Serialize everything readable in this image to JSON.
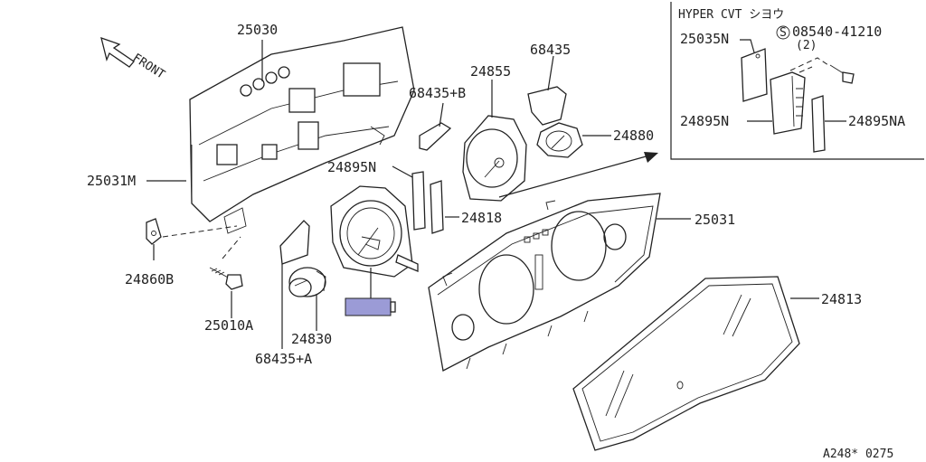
{
  "diagram": {
    "front_label": "FRONT",
    "inset_title": "HYPER CVT シヨウ",
    "inset_screw_label": "08540-41210",
    "inset_screw_qty": "(2)",
    "inset_screw_symbol": "S",
    "code": "A248* 0275",
    "highlight_color": "#9b9bd6",
    "parts": {
      "p25030": "25030",
      "p25031M": "25031M",
      "p24860B": "24860B",
      "p25010A": "25010A",
      "p24830": "24830",
      "p68435A": "68435+A",
      "p24895N": "24895N",
      "p24818": "24818",
      "p68435B": "68435+B",
      "p24855": "24855",
      "p68435": "68435",
      "p24880": "24880",
      "p25031": "25031",
      "p24813": "24813",
      "p25035N": "25035N",
      "p24895N_inset": "24895N",
      "p24895NA": "24895NA"
    }
  }
}
